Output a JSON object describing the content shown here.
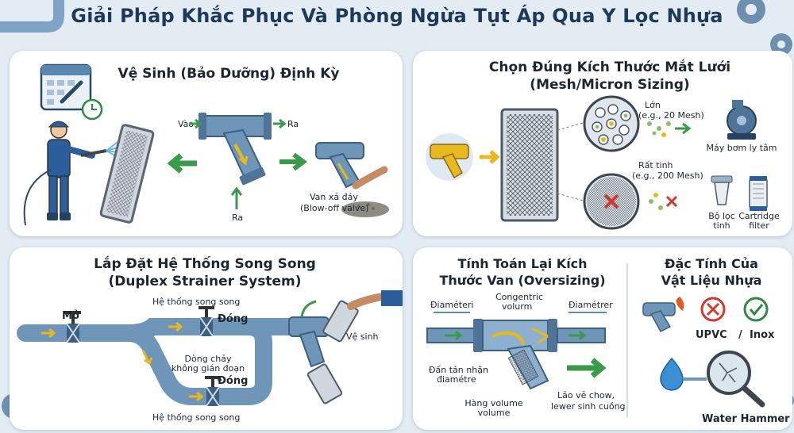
{
  "header": {
    "title": "Giải Pháp Khắc Phục Và Phòng Ngừa Tụt Áp Qua Y Lọc Nhựa"
  },
  "panel1": {
    "title": "Vệ Sinh (Bảo Dưỡng) Định Kỳ",
    "in_label": "Vào",
    "out_label": "Ra",
    "bottom_label": "Ra",
    "valve_line1": "Van xả đáy",
    "valve_line2": "(Blow-off valve)"
  },
  "panel2": {
    "title_line1": "Chọn Đúng Kích Thước Mắt Lưới",
    "title_line2": "(Mesh/Micron Sizing)",
    "coarse_label": "Lớn",
    "coarse_example": "(e.g., 20 Mesh)",
    "fine_label": "Rất tinh",
    "fine_example": "(e.g., 200 Mesh)",
    "pump_label": "Máy bơm ly tâm",
    "filter_line1": "Bộ lọc",
    "filter_line2": "tinh",
    "cartridge_line1": "Cartridge",
    "cartridge_line2": "filter"
  },
  "panel3": {
    "title_line1": "Lắp Đặt Hệ Thống Song Song",
    "title_line2": "(Duplex Strainer System)",
    "top_system": "Hệ thống song song",
    "open_label": "Mở",
    "close_top": "Đóng",
    "flow_line1": "Dòng chảy",
    "flow_line2": "không gián đoạn",
    "close_bottom": "Đóng",
    "bottom_system": "Hệ thống song song",
    "clean_label": "Vệ sinh"
  },
  "panel4": {
    "title_line1": "Tính Toán Lại Kích",
    "title_line2": "Thước Van (Oversizing)",
    "dia_left": "Điaméteri",
    "concentric_line1": "Congentric",
    "concentric_line2": "volurm",
    "dia_right": "Điamétrer",
    "note_left1": "Đấn tản nhận",
    "note_left2": "điamétre",
    "volume_line1": "Hàng volume",
    "volume_line2": "volume",
    "note_right1": "Lảo vẻ chow,",
    "note_right2": "lewer sinh cuồng"
  },
  "panel5": {
    "title_line1": "Đặc Tính Của",
    "title_line2": "Vật Liệu Nhựa",
    "upvc": "UPVC",
    "slash": "/",
    "inox": "Inox",
    "water_hammer": "Water Hammer"
  },
  "colors": {
    "title": "#1e3a58",
    "pipe": "#6f95b8",
    "arrow_green": "#3a9a4a",
    "arrow_yellow": "#e8b820",
    "warn_red": "#d23a2a"
  }
}
